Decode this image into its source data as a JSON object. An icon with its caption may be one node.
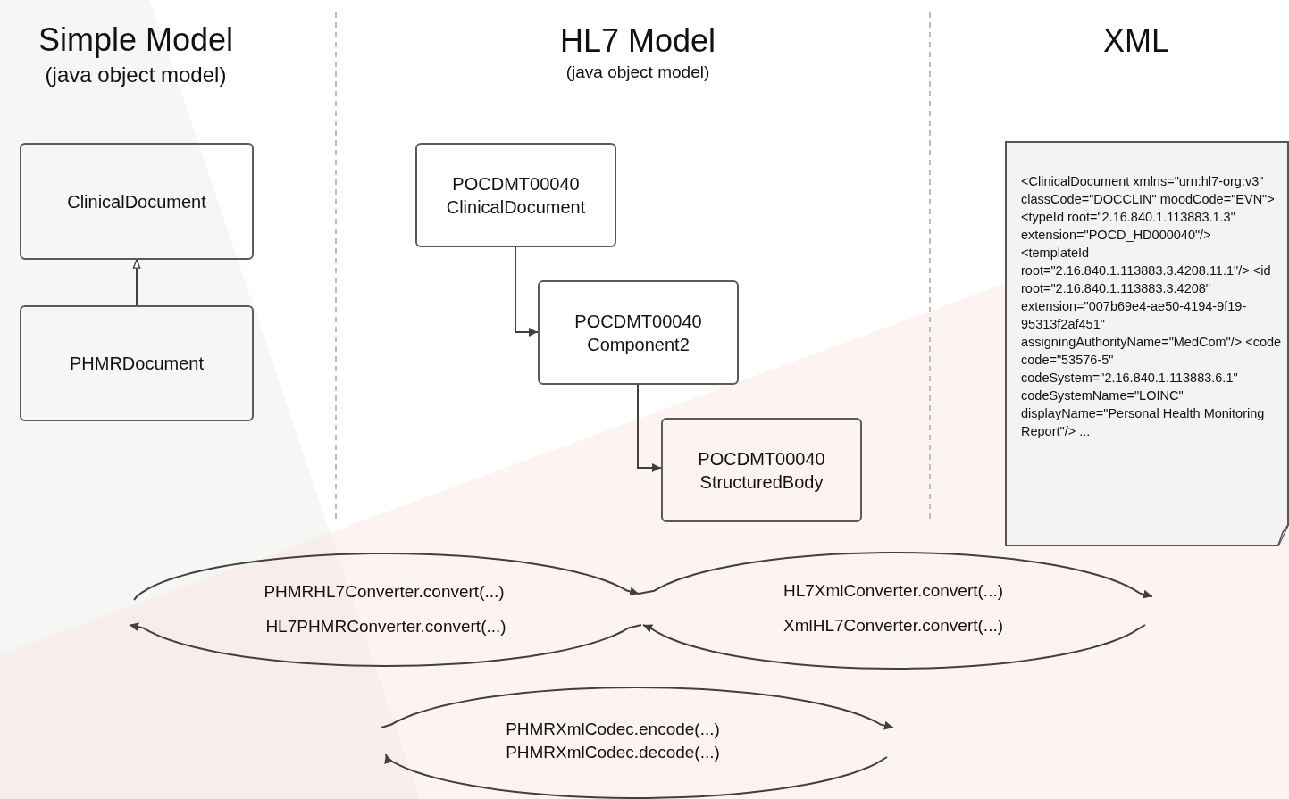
{
  "diagram": {
    "nodes": [
      {
        "text": [
          "ClinicalDocument"
        ]
      },
      {
        "text": [
          "PHMRDocument"
        ]
      },
      {
        "text": [
          "POCDMT00040 ClinicalDocument"
        ]
      },
      {
        "text": [
          "POCDMT00040 Component2"
        ]
      },
      {
        "text": [
          "POCDMT00040 StructuredBody"
        ]
      },
      {
        "text": [
          "<ClinicalDocument xmlns=\"urn:hl7-org:v3\" classCode=\"DOCCLIN\" moodCode=\"EVN\"> <typeId root=\"2.16.840.1.113883.1.3\" extension=\"POCD_HD000040\"/> <templateId root=\"2.16.840.1.113883.3.4208.11.1\"/> <id root=\"2.16.840.1.113883.3.4208\" extension=\"007b69e4-ae50-4194-9f19-95313f2af451\" assigningAuthorityName=\"MedCom\"/> <code code=\"53576-5\" codeSystem=\"2.16.840.1.113883.6.1\" codeSystemName=\"LOINC\" displayName=\"Personal Health Monitoring Report\"/> ..."
        ]
      }
    ],
    "edges": [
      {
        "from": 1,
        "to": 0,
        "arrow": "to"
      },
      {
        "from": 2,
        "to": 3,
        "arrow": "to"
      },
      {
        "from": 3,
        "to": 4,
        "arrow": "to"
      }
    ],
    "labels": [
      "Simple Model",
      "(java object model)",
      "HL7 Model",
      "(java object model)",
      "XML",
      "PHMRHL7Converter.convert(...)",
      "HL7XmlConverter.convert(...)",
      "HL7PHMRConverter.convert(...)",
      "XmlHL7Converter.convert(...)",
      "PHMRXmlCodec.encode(...)",
      "PHMRXmlCodec.decode(...)"
    ]
  }
}
